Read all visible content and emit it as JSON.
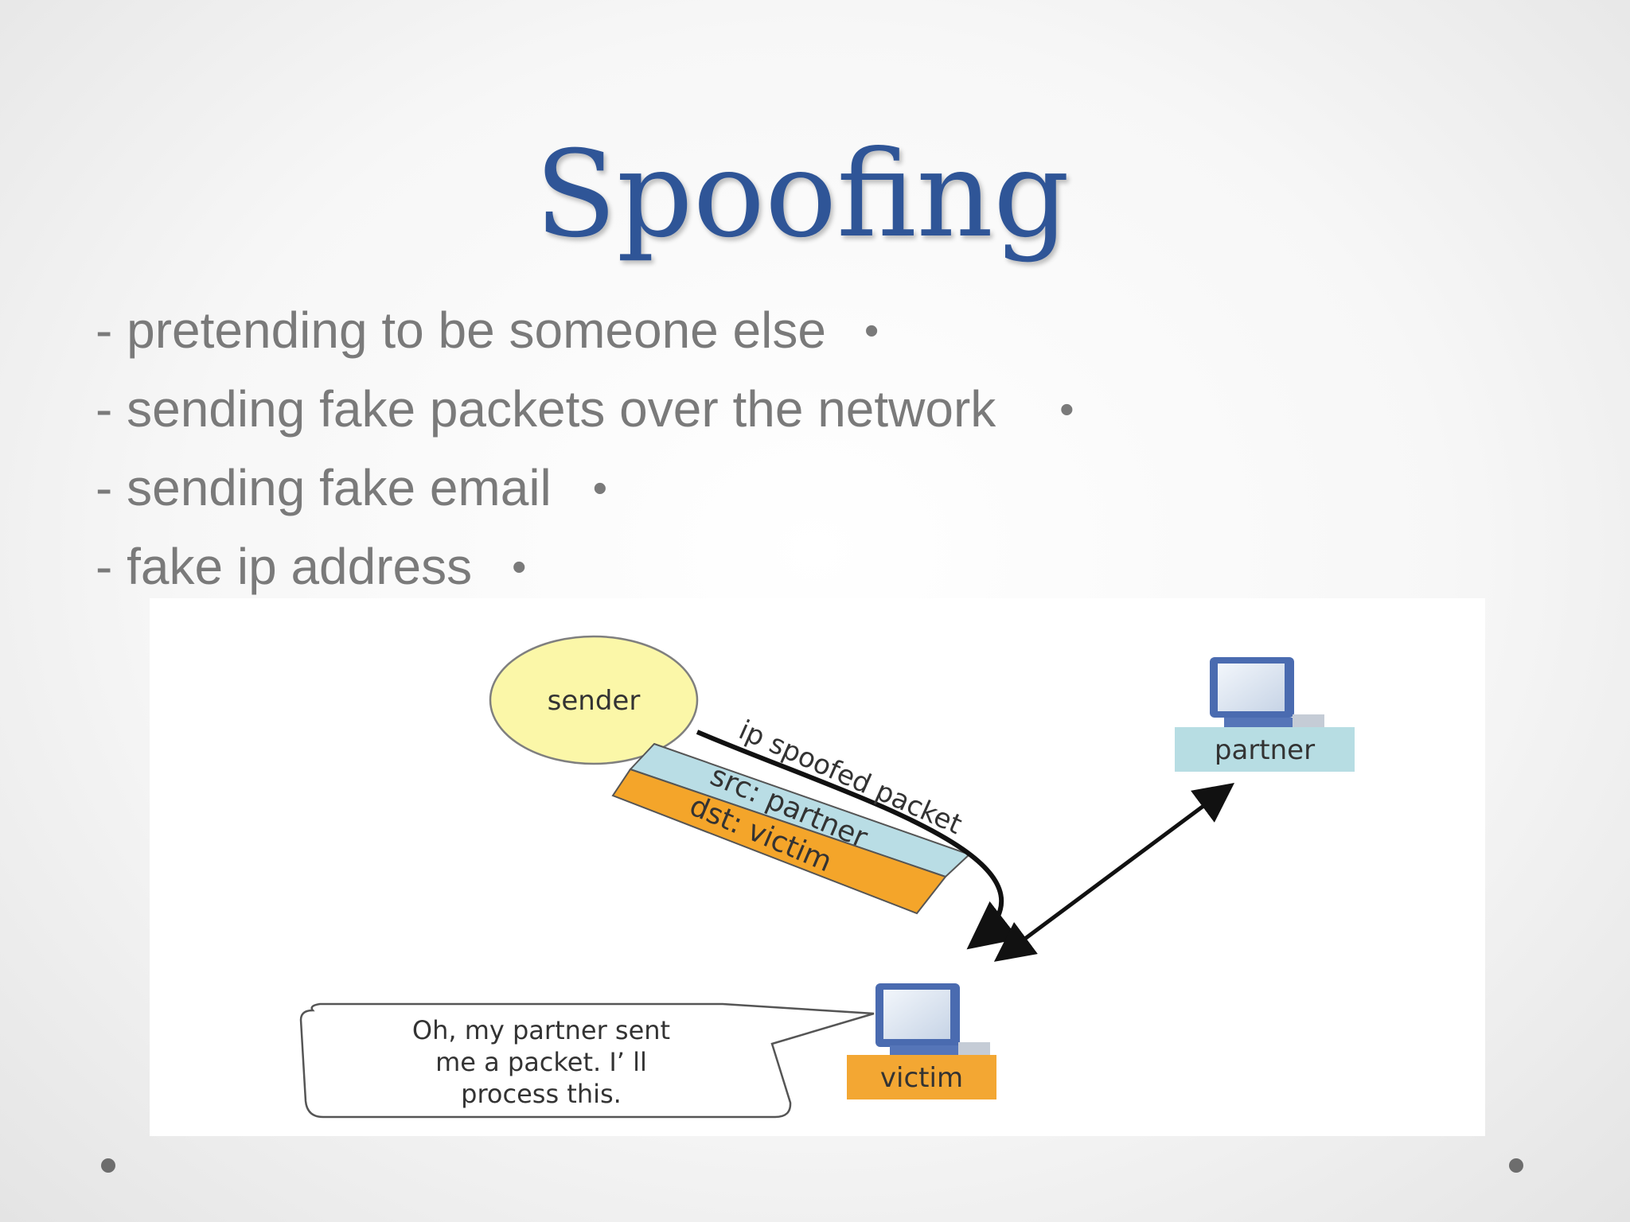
{
  "slide": {
    "title": "Spoofing",
    "bullets": [
      "- pretending to be someone else",
      "- sending fake packets over the network",
      "- sending fake email",
      "- fake ip address"
    ],
    "bullet_marker": "•"
  },
  "diagram": {
    "sender_label": "sender",
    "packet_label": "ip spoofed packet",
    "src_label": "src: partner",
    "dst_label": "dst: victim",
    "partner_label": "partner",
    "victim_label": "victim",
    "speech_lines": [
      "Oh, my partner sent",
      "me a packet. I’ ll",
      "process this."
    ],
    "colors": {
      "sender_fill": "#fbf7a8",
      "src_fill": "#b9dde5",
      "dst_fill": "#f4a52a",
      "partner_tag": "#b7dde3",
      "victim_tag": "#f3a733",
      "title": "#2f5597"
    }
  }
}
